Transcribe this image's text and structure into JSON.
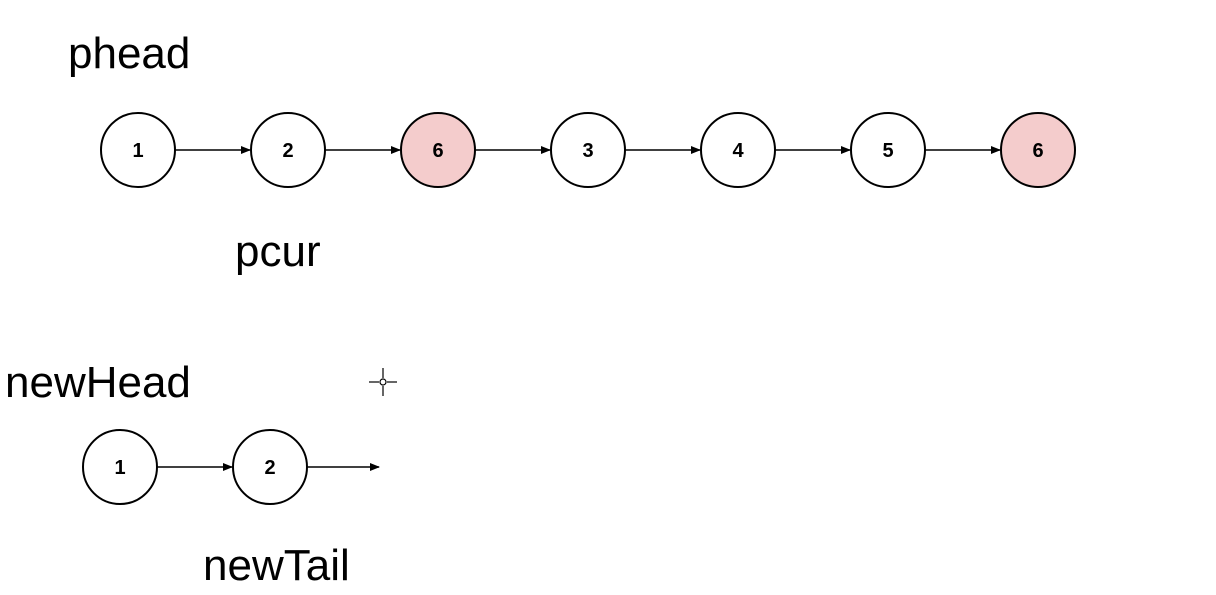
{
  "labels": {
    "phead": "phead",
    "pcur": "pcur",
    "newHead": "newHead",
    "newTail": "newTail"
  },
  "colors": {
    "node_default": "#ffffff",
    "node_highlight": "#f4cccc",
    "stroke": "#000000"
  },
  "list_original": {
    "nodes": [
      {
        "value": "1",
        "highlight": false
      },
      {
        "value": "2",
        "highlight": false
      },
      {
        "value": "6",
        "highlight": true
      },
      {
        "value": "3",
        "highlight": false
      },
      {
        "value": "4",
        "highlight": false
      },
      {
        "value": "5",
        "highlight": false
      },
      {
        "value": "6",
        "highlight": true
      }
    ]
  },
  "list_new": {
    "nodes": [
      {
        "value": "1",
        "highlight": false
      },
      {
        "value": "2",
        "highlight": false
      }
    ],
    "trailing_arrow": true
  },
  "cursor": "crosshair-icon"
}
